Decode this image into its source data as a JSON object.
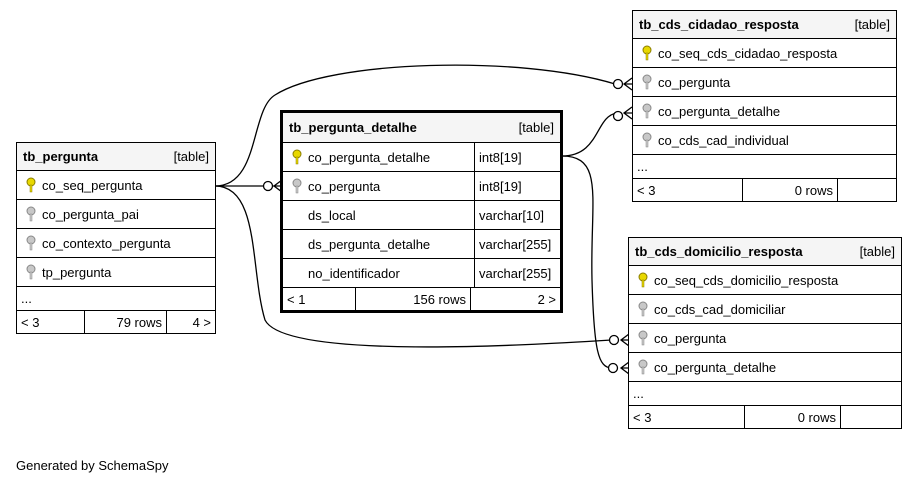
{
  "tables": {
    "tb_pergunta": {
      "name": "tb_pergunta",
      "kind": "[table]",
      "columns": [
        {
          "name": "co_seq_pergunta",
          "key": "primary"
        },
        {
          "name": "co_pergunta_pai",
          "key": "foreign"
        },
        {
          "name": "co_contexto_pergunta",
          "key": "foreign"
        },
        {
          "name": "tp_pergunta",
          "key": "foreign"
        }
      ],
      "ellipsis": "...",
      "footer": {
        "parents": "< 3",
        "rows": "79 rows",
        "children": "4 >"
      }
    },
    "tb_pergunta_detalhe": {
      "name": "tb_pergunta_detalhe",
      "kind": "[table]",
      "columns": [
        {
          "name": "co_pergunta_detalhe",
          "type": "int8[19]",
          "key": "primary"
        },
        {
          "name": "co_pergunta",
          "type": "int8[19]",
          "key": "foreign"
        },
        {
          "name": "ds_local",
          "type": "varchar[10]",
          "key": "none"
        },
        {
          "name": "ds_pergunta_detalhe",
          "type": "varchar[255]",
          "key": "none"
        },
        {
          "name": "no_identificador",
          "type": "varchar[255]",
          "key": "none"
        }
      ],
      "footer": {
        "parents": "< 1",
        "rows": "156 rows",
        "children": "2 >"
      }
    },
    "tb_cds_cidadao_resposta": {
      "name": "tb_cds_cidadao_resposta",
      "kind": "[table]",
      "columns": [
        {
          "name": "co_seq_cds_cidadao_resposta",
          "key": "primary"
        },
        {
          "name": "co_pergunta",
          "key": "foreign"
        },
        {
          "name": "co_pergunta_detalhe",
          "key": "foreign"
        },
        {
          "name": "co_cds_cad_individual",
          "key": "foreign"
        }
      ],
      "ellipsis": "...",
      "footer": {
        "parents": "< 3",
        "rows": "0 rows",
        "children": ""
      }
    },
    "tb_cds_domicilio_resposta": {
      "name": "tb_cds_domicilio_resposta",
      "kind": "[table]",
      "columns": [
        {
          "name": "co_seq_cds_domicilio_resposta",
          "key": "primary"
        },
        {
          "name": "co_cds_cad_domiciliar",
          "key": "foreign"
        },
        {
          "name": "co_pergunta",
          "key": "foreign"
        },
        {
          "name": "co_pergunta_detalhe",
          "key": "foreign"
        }
      ],
      "ellipsis": "...",
      "footer": {
        "parents": "< 3",
        "rows": "0 rows",
        "children": ""
      }
    }
  },
  "key_colors": {
    "primary": "#e8d800",
    "foreign": "#b8b8b8"
  },
  "relationships": [
    {
      "from": "tb_pergunta.co_seq_pergunta",
      "to": "tb_pergunta_detalhe.co_pergunta"
    },
    {
      "from": "tb_pergunta.co_seq_pergunta",
      "to": "tb_cds_cidadao_resposta.co_pergunta"
    },
    {
      "from": "tb_pergunta.co_seq_pergunta",
      "to": "tb_cds_domicilio_resposta.co_pergunta"
    },
    {
      "from": "tb_pergunta_detalhe.co_pergunta_detalhe",
      "to": "tb_cds_cidadao_resposta.co_pergunta_detalhe"
    },
    {
      "from": "tb_pergunta_detalhe.co_pergunta_detalhe",
      "to": "tb_cds_domicilio_resposta.co_pergunta_detalhe"
    }
  ],
  "credit": "Generated by SchemaSpy"
}
